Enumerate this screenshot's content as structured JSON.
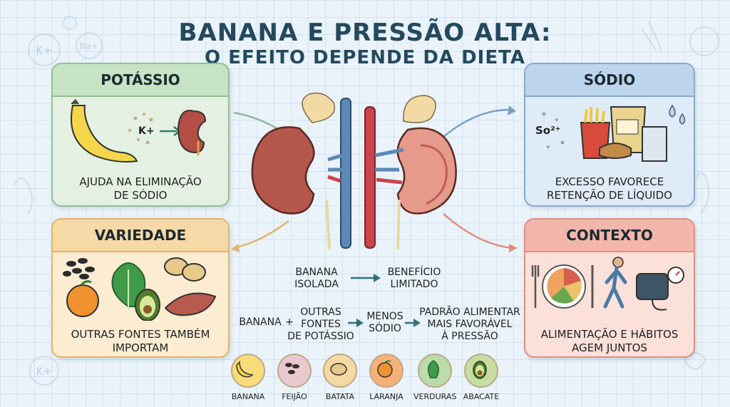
{
  "title_line1": "BANANA E PRESSÃO ALTA:",
  "title_line2": "O EFEITO DEPENDE DA DIETA",
  "cards": {
    "potassio": {
      "title": "POTÁSSIO",
      "symbol": "K+",
      "caption": [
        "AJUDA NA ELIMINAÇÃO",
        "DE SÓDIO"
      ]
    },
    "sodio": {
      "title": "SÓDIO",
      "symbol": "So²⁺",
      "caption": [
        "EXCESSO FAVORECE",
        "RETENÇÃO DE LÍQUIDO"
      ]
    },
    "variedade": {
      "title": "VARIEDADE",
      "caption": [
        "OUTRAS FONTES TAMBÉM",
        "IMPORTAM"
      ]
    },
    "contexto": {
      "title": "CONTEXTO",
      "caption": [
        "ALIMENTAÇÃO E HÁBITOS",
        "AGEM JUNTOS"
      ]
    }
  },
  "background_icons": {
    "k_badge": "K+",
    "na_badge": "Na+",
    "k_badge_small": "K+"
  },
  "flow1": {
    "left": [
      "BANANA",
      "ISOLADA"
    ],
    "right": [
      "BENEFÍCIO",
      "LIMITADO"
    ]
  },
  "flow2": {
    "a": "BANANA",
    "plus": "+",
    "b": [
      "OUTRAS",
      "FONTES",
      "DE POTÁSSIO"
    ],
    "c": [
      "MENOS",
      "SÓDIO"
    ],
    "d": [
      "PADRÃO ALIMENTAR",
      "MAIS FAVORÁVEL",
      "À PRESSÃO"
    ]
  },
  "legend": [
    {
      "label": "BANANA",
      "color": "#f7dc7a",
      "icon": "banana-icon"
    },
    {
      "label": "FEIJÃO",
      "color": "#e7c9cf",
      "icon": "bean-icon"
    },
    {
      "label": "BATATA",
      "color": "#f6d9a2",
      "icon": "potato-icon"
    },
    {
      "label": "LARANJA",
      "color": "#f6b179",
      "icon": "orange-icon"
    },
    {
      "label": "VERDURAS",
      "color": "#b9dca8",
      "icon": "leafy-greens-icon"
    },
    {
      "label": "ABACATE",
      "color": "#c5de9f",
      "icon": "avocado-icon"
    }
  ],
  "colors": {
    "title": "#24495e",
    "potassio": "#c6e3c4",
    "sodio": "#bcd4ec",
    "variedade": "#f6d9a6",
    "contexto": "#f2b7aa"
  }
}
